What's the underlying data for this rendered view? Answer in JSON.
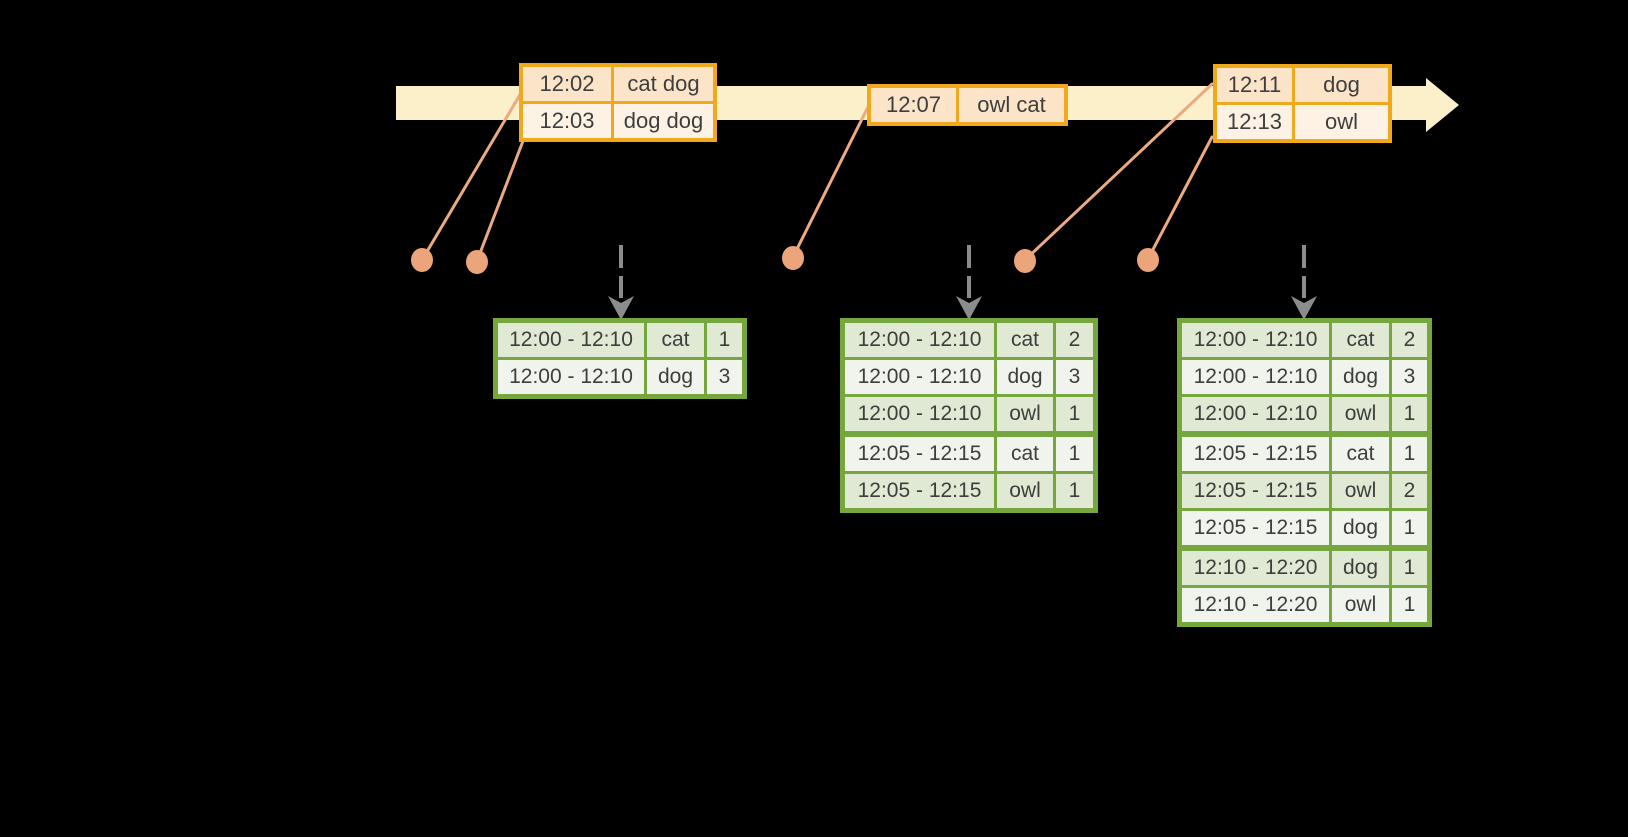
{
  "diagram": {
    "event_batches": [
      {
        "rows": [
          {
            "time": "12:02",
            "words": "cat dog"
          },
          {
            "time": "12:03",
            "words": "dog dog"
          }
        ]
      },
      {
        "rows": [
          {
            "time": "12:07",
            "words": "owl cat"
          }
        ]
      },
      {
        "rows": [
          {
            "time": "12:11",
            "words": "dog"
          },
          {
            "time": "12:13",
            "words": "owl"
          }
        ]
      }
    ],
    "result_tables": [
      {
        "rows": [
          {
            "window": "12:00 - 12:10",
            "word": "cat",
            "count": "1"
          },
          {
            "window": "12:00 - 12:10",
            "word": "dog",
            "count": "3"
          }
        ]
      },
      {
        "rows": [
          {
            "window": "12:00 - 12:10",
            "word": "cat",
            "count": "2"
          },
          {
            "window": "12:00 - 12:10",
            "word": "dog",
            "count": "3"
          },
          {
            "window": "12:00 - 12:10",
            "word": "owl",
            "count": "1"
          },
          {
            "window": "12:05 - 12:15",
            "word": "cat",
            "count": "1"
          },
          {
            "window": "12:05 - 12:15",
            "word": "owl",
            "count": "1"
          }
        ]
      },
      {
        "rows": [
          {
            "window": "12:00 - 12:10",
            "word": "cat",
            "count": "2"
          },
          {
            "window": "12:00 - 12:10",
            "word": "dog",
            "count": "3"
          },
          {
            "window": "12:00 - 12:10",
            "word": "owl",
            "count": "1"
          },
          {
            "window": "12:05 - 12:15",
            "word": "cat",
            "count": "1"
          },
          {
            "window": "12:05 - 12:15",
            "word": "owl",
            "count": "2"
          },
          {
            "window": "12:05 - 12:15",
            "word": "dog",
            "count": "1"
          },
          {
            "window": "12:10 - 12:20",
            "word": "dog",
            "count": "1"
          },
          {
            "window": "12:10 - 12:20",
            "word": "owl",
            "count": "1"
          }
        ]
      }
    ],
    "icons": {
      "timeline_arrow": "block-arrow-right",
      "trigger_arrow": "dashed-arrow-down",
      "event_marker": "filled-dot"
    },
    "colors": {
      "background": "#000000",
      "timeline_fill": "#fbf0c9",
      "event_table_border": "#f0a81c",
      "event_row_odd": "#fce4c8",
      "event_row_even": "#fdf2e3",
      "result_table_border": "#76a73f",
      "result_row_odd": "#dfe9d3",
      "result_row_even": "#f0f4ec",
      "connector": "#ecaa80",
      "trigger_arrow": "#8c8c8c",
      "text": "#3e3e3e"
    }
  }
}
